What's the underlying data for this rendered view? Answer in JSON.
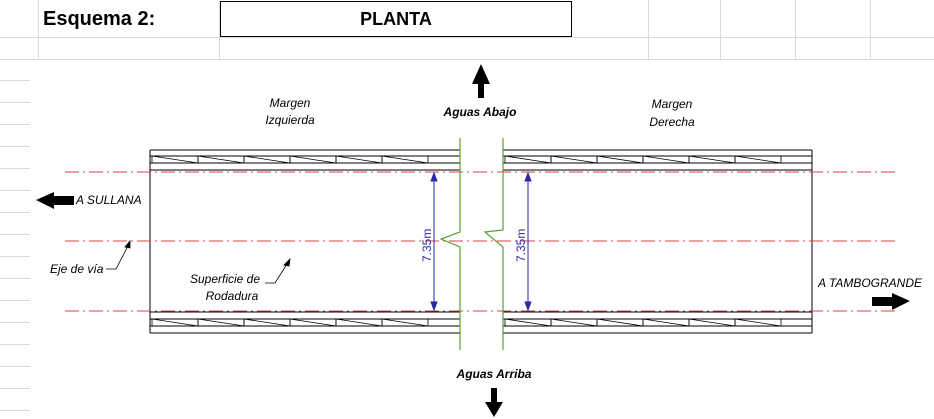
{
  "header": {
    "title": "Esquema 2:",
    "view": "PLANTA"
  },
  "labels": {
    "left_bank": [
      "Margen",
      "Izquierda"
    ],
    "right_bank": [
      "Margen",
      "Derecha"
    ],
    "downstream": "Aguas Abajo",
    "upstream": "Aguas Arriba",
    "to_left": "A SULLANA",
    "to_right": "A TAMBOGRANDE",
    "axis": "Eje de vía",
    "surface": [
      "Superficie de",
      "Rodadura"
    ],
    "dim_left": "7.35m",
    "dim_right": "7.35m"
  },
  "colors": {
    "axis_line": "#d94040",
    "dimension": "#2a2aa8",
    "break_line": "#5aa02a"
  }
}
